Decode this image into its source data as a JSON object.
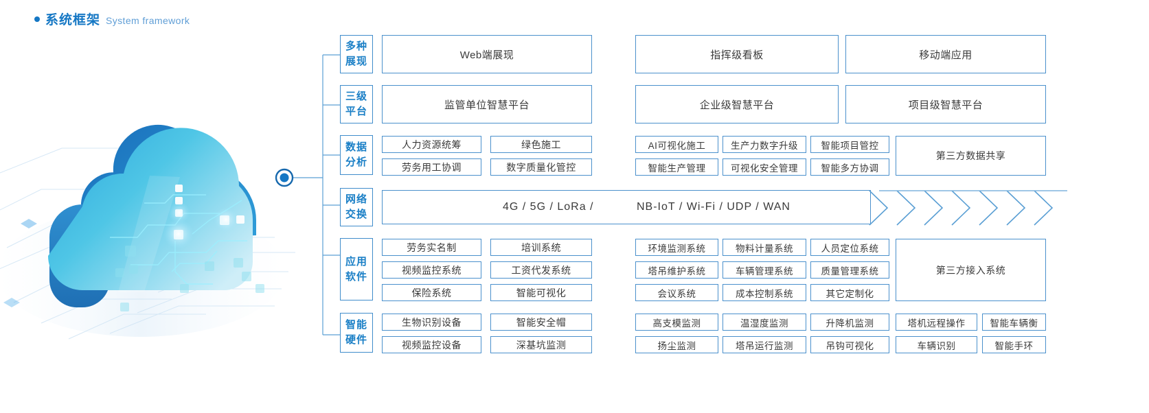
{
  "header": {
    "bullet_icon": "dot-icon",
    "title_cn": "系统框架",
    "title_en": "System framework"
  },
  "illustration": {
    "name": "cloud-network-illustration",
    "node_icon": "connection-node-icon",
    "colors": {
      "cloud_dark": "#1d6fb8",
      "cloud_mid": "#2b9ddc",
      "cloud_light": "#5ecbe8",
      "accent": "#1577c4"
    }
  },
  "colors": {
    "accent": "#1577c4",
    "border": "#4a90cc",
    "cat_border": "#3f8ccb",
    "cat_text": "#1a7fc6",
    "cell_text": "#3a3a3a"
  },
  "rows": [
    {
      "id": "multi-presentation",
      "category": [
        "多种",
        "展现"
      ],
      "cells": [
        {
          "label": "Web端展现"
        },
        {
          "label": "指挥级看板"
        },
        {
          "label": "移动端应用"
        }
      ]
    },
    {
      "id": "three-level-platform",
      "category": [
        "三级",
        "平台"
      ],
      "cells": [
        {
          "label": "监管单位智慧平台"
        },
        {
          "label": "企业级智慧平台"
        },
        {
          "label": "项目级智慧平台"
        }
      ]
    },
    {
      "id": "data-analysis",
      "category": [
        "数据",
        "分析"
      ],
      "left_grid": [
        [
          "人力资源统筹",
          "绿色施工"
        ],
        [
          "劳务用工协调",
          "数字质量化管控"
        ]
      ],
      "right_grid": [
        [
          "AI可视化施工",
          "生产力数字升级",
          "智能项目管控"
        ],
        [
          "智能生产管理",
          "可视化安全管理",
          "智能多方协调"
        ]
      ],
      "tail": "第三方数据共享"
    },
    {
      "id": "network-exchange",
      "category": [
        "网络",
        "交换"
      ],
      "bar_text_1": "4G / 5G / LoRa /",
      "bar_text_2": "NB-IoT / Wi-Fi / UDP / WAN",
      "arrow_count": 7,
      "arrow_icon": "chevron-right-icon"
    },
    {
      "id": "application-software",
      "category": [
        "应用",
        "软件"
      ],
      "left_grid": [
        [
          "劳务实名制",
          "培训系统"
        ],
        [
          "视频监控系统",
          "工资代发系统"
        ],
        [
          "保险系统",
          "智能可视化"
        ]
      ],
      "right_grid": [
        [
          "环境监测系统",
          "物料计量系统",
          "人员定位系统"
        ],
        [
          "塔吊维护系统",
          "车辆管理系统",
          "质量管理系统"
        ],
        [
          "会议系统",
          "成本控制系统",
          "其它定制化"
        ]
      ],
      "tail": "第三方接入系统"
    },
    {
      "id": "smart-hardware",
      "category": [
        "智能",
        "硬件"
      ],
      "left_grid": [
        [
          "生物识别设备",
          "智能安全帽"
        ],
        [
          "视频监控设备",
          "深基坑监测"
        ]
      ],
      "right_grid": [
        [
          "高支模监测",
          "温湿度监测",
          "升降机监测",
          "塔机远程操作",
          "智能车辆衡"
        ],
        [
          "扬尘监测",
          "塔吊运行监测",
          "吊钩可视化",
          "车辆识别",
          "智能手环"
        ]
      ]
    }
  ]
}
